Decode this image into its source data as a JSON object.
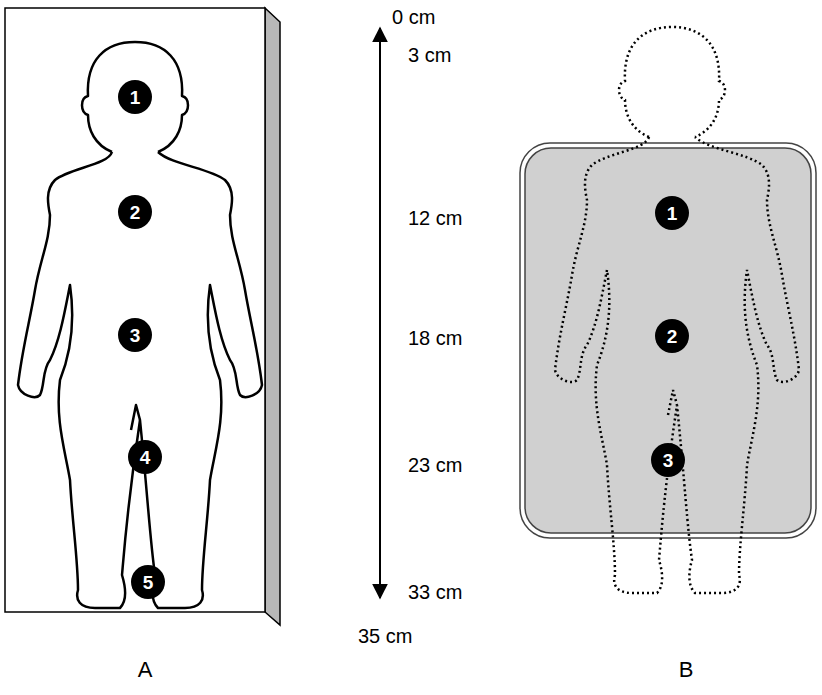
{
  "diagram": {
    "nodes": [
      {
        "text": [
          "1"
        ]
      },
      {
        "text": [
          "2"
        ]
      },
      {
        "text": [
          "3"
        ]
      },
      {
        "text": [
          "4"
        ]
      },
      {
        "text": [
          "5"
        ]
      },
      {
        "text": [
          "1"
        ]
      },
      {
        "text": [
          "2"
        ]
      },
      {
        "text": [
          "3"
        ]
      }
    ],
    "labels": [
      "0 cm",
      "3 cm",
      "12 cm",
      "18 cm",
      "23 cm",
      "33 cm",
      "35 cm",
      "A",
      "B"
    ]
  }
}
